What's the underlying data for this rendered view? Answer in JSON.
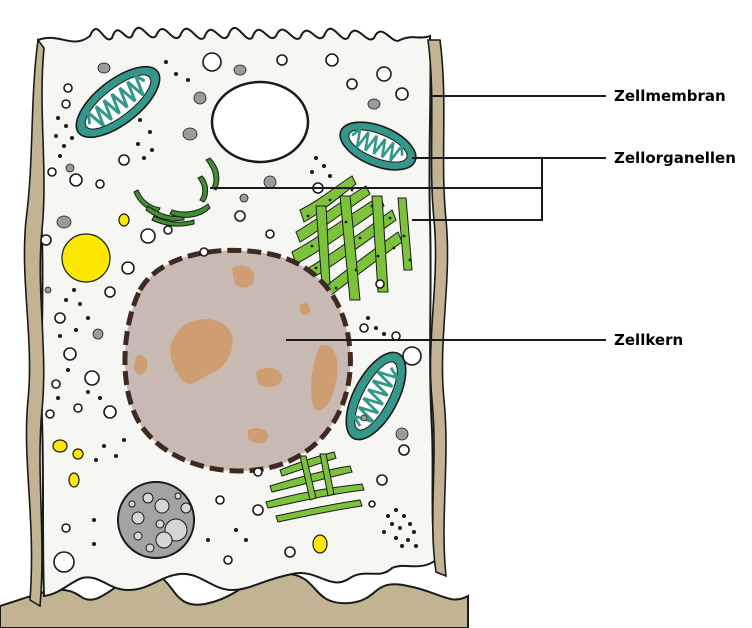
{
  "labels": {
    "membrane": "Zellmembran",
    "organelles": "Zellorganellen",
    "nucleus": "Zellkern"
  },
  "colors": {
    "cytoplasm": "#f6f6f2",
    "membrane": "#c2b493",
    "outline": "#1a1a1a",
    "nucleus": "#c9b9b3",
    "nucleus_border": "#3e2a22",
    "chromatin": "#cf9d72",
    "mitochondria": "#35968a",
    "er": "#7cc23a",
    "golgi": "#3f8f2f",
    "lipid": "#fde800",
    "vacuole": "#a3a3a3",
    "granule": "#9b9b9b"
  }
}
